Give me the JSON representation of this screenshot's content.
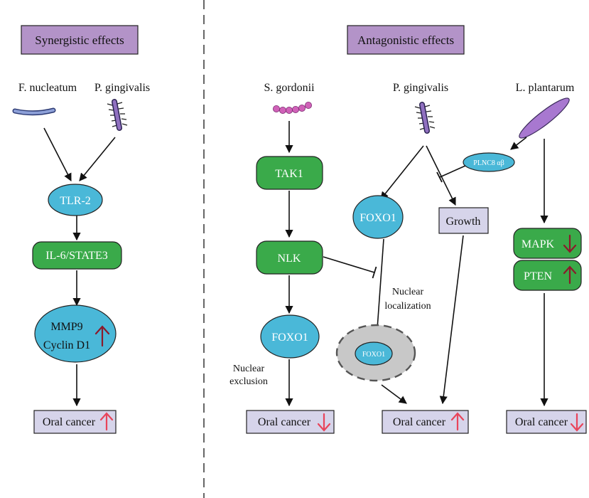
{
  "headers": {
    "synergistic": "Synergistic effects",
    "antagonistic": "Antagonistic effects"
  },
  "bacteria": {
    "f_nucleatum": "F. nucleatum",
    "p_gingivalis_left": "P. gingivalis",
    "s_gordonii": "S. gordonii",
    "p_gingivalis_right": "P. gingivalis",
    "l_plantarum": "L. plantarum"
  },
  "nodes": {
    "tlr2": "TLR-2",
    "il6": "IL-6/STATE3",
    "mmp9": "MMP9",
    "cyclin": "Cyclin D1",
    "tak1": "TAK1",
    "nlk": "NLK",
    "foxo1_left": "FOXO1",
    "foxo1_mid": "FOXO1",
    "foxo1_nucleus": "FOXO1",
    "growth": "Growth",
    "plnc8": "PLNC8 αβ",
    "mapk": "MAPK",
    "pten": "PTEN"
  },
  "annotations": {
    "nuclear_localization_1": "Nuclear",
    "nuclear_localization_2": "localization",
    "nuclear_exclusion_1": "Nuclear",
    "nuclear_exclusion_2": "exclusion"
  },
  "outcomes": {
    "left": "Oral cancer",
    "sgordonii": "Oral cancer",
    "pg": "Oral cancer",
    "lp": "Oral cancer"
  },
  "colors": {
    "header_fill": "#b393c8",
    "green": "#3aaa4a",
    "blue": "#4ab8d8",
    "lavender": "#d6d4ea",
    "arrow_up_red": "#e8445a",
    "arrow_dark_red": "#8b1a2b",
    "nucleus_gray": "#c8c8c8"
  }
}
